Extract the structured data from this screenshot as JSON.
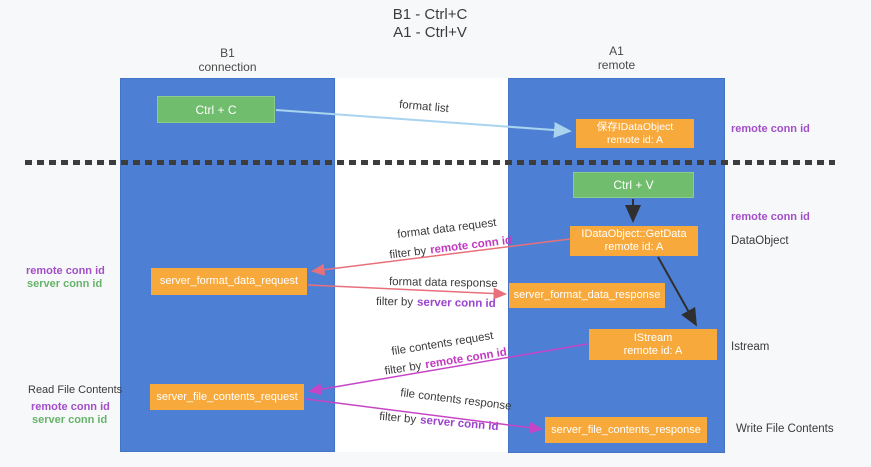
{
  "title": {
    "line1": "B1 - Ctrl+C",
    "line2": "A1 - Ctrl+V"
  },
  "lifelines": {
    "left": {
      "title": "B1",
      "subtitle": "connection"
    },
    "right": {
      "title": "A1",
      "subtitle": "remote"
    }
  },
  "boxes": {
    "ctrl_c": {
      "label": "Ctrl + C"
    },
    "save_idataobject": {
      "line1": "保存IDataObject",
      "line2": "remote id: A"
    },
    "ctrl_v": {
      "label": "Ctrl + V"
    },
    "getdata": {
      "line1": "IDataObject::GetData",
      "line2": "remote id: A"
    },
    "istream": {
      "line1": "IStream",
      "line2": "remote id: A"
    },
    "server_format_data_request": {
      "label": "server_format_data_request"
    },
    "server_format_data_response": {
      "label": "server_format_data_response"
    },
    "server_file_contents_request": {
      "label": "server_file_contents_request"
    },
    "server_file_contents_response": {
      "label": "server_file_contents_response"
    }
  },
  "flow_labels": {
    "format_list": "format list",
    "format_data_request": "format data request",
    "format_data_response": "format data response",
    "file_contents_request": "file contents request",
    "file_contents_response": "file contents response",
    "filter_by": "filter by",
    "remote_conn_id": "remote conn id",
    "server_conn_id": "server conn id"
  },
  "side_labels": {
    "left": {
      "remote_conn_id": "remote conn id",
      "server_conn_id": "server conn id",
      "read_file_contents": "Read File Contents"
    },
    "right": {
      "remote_conn_id_top": "remote conn id",
      "remote_conn_id_mid": "remote conn id",
      "dataobject": "DataObject",
      "istream": "Istream",
      "write_file_contents": "Write File Contents"
    }
  },
  "colors": {
    "lifeline_blue": "#4d80d5",
    "box_green": "#70bd6d",
    "box_orange": "#f8a93c",
    "arrow_blue": "#a9d3ee",
    "arrow_red": "#e8707a",
    "arrow_magenta": "#c645c6",
    "arrow_black": "#2f2f2f",
    "label_purple": "#a24fc8",
    "label_green": "#67b36b",
    "filter_remote_magenta": "#c23ac2",
    "filter_server_purple": "#9b43cd"
  }
}
